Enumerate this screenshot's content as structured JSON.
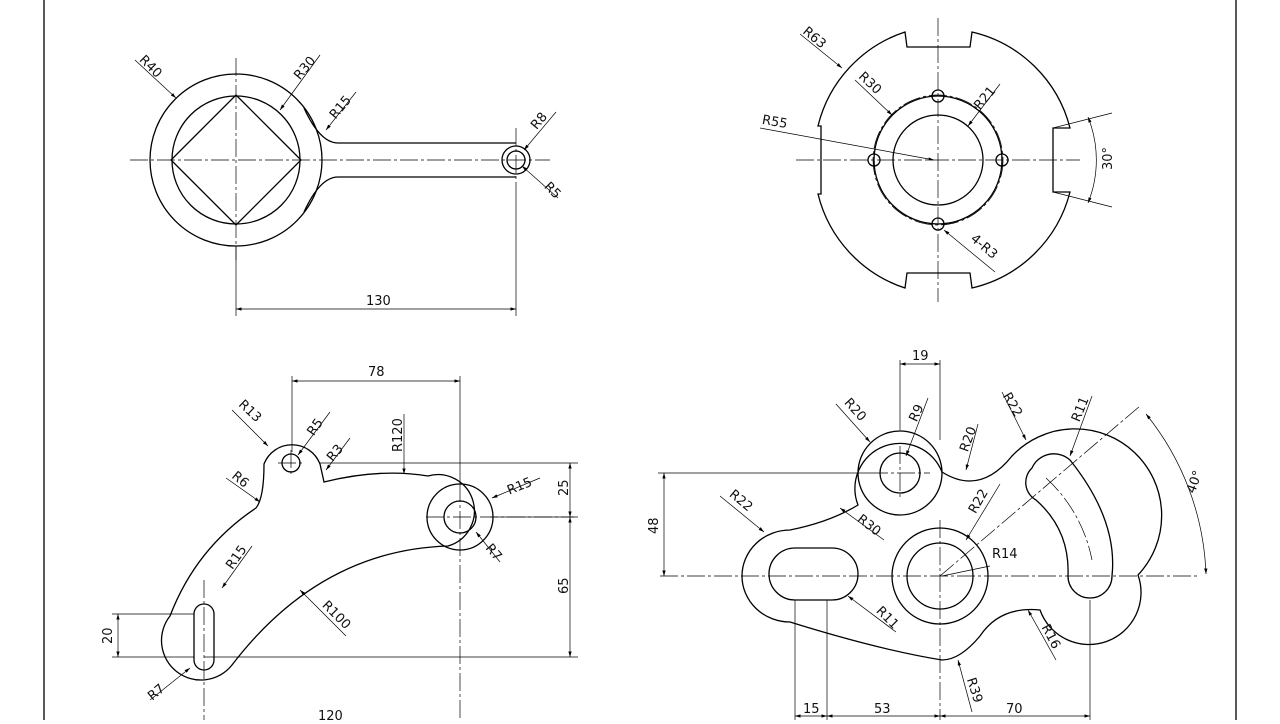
{
  "views": {
    "top_left": {
      "labels": {
        "r40": "R40",
        "r30": "R30",
        "r15": "R15",
        "r8": "R8",
        "r5": "R5",
        "len": "130"
      }
    },
    "top_right": {
      "labels": {
        "r63": "R63",
        "r30": "R30",
        "r21": "R21",
        "r55": "R55",
        "ang": "30°",
        "holes": "4-R3"
      }
    },
    "bottom_left": {
      "labels": {
        "d78": "78",
        "r13": "R13",
        "r5": "R5",
        "r3": "R3",
        "r120": "R120",
        "r6": "R6",
        "r15a": "R15",
        "d25": "25",
        "r7a": "R7",
        "r15b": "R15",
        "d65": "65",
        "r100": "R100",
        "d20": "20",
        "r7b": "R7",
        "d120": "120"
      }
    },
    "bottom_right": {
      "labels": {
        "d19": "19",
        "r20a": "R20",
        "r9": "R9",
        "r20b": "R20",
        "r22a": "R22",
        "r11a": "R11",
        "ang": "40°",
        "d48": "48",
        "r22b": "R22",
        "r30": "R30",
        "r22c": "R22",
        "r14": "R14",
        "r11b": "R11",
        "r16": "R16",
        "r39": "R39",
        "d15": "15",
        "d53": "53",
        "d70": "70"
      }
    }
  }
}
